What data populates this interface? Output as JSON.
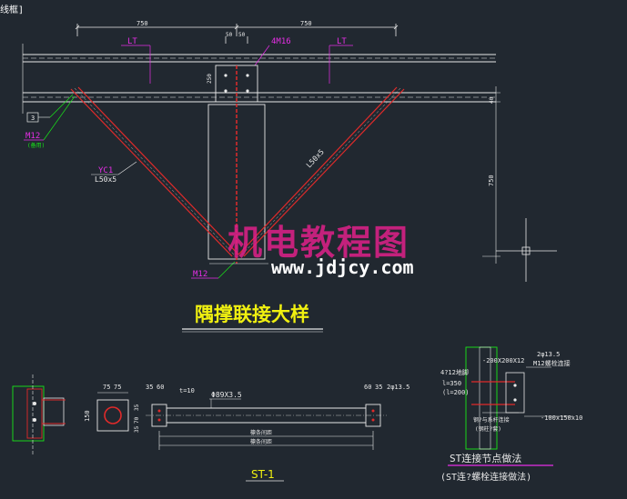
{
  "frame_tag": "线框]",
  "top": {
    "dim_left": "750",
    "dim_right": "750",
    "dim_small": [
      "50",
      "50"
    ],
    "lt_left": "LT",
    "lt_right": "LT",
    "bolt_label": "4M16",
    "dim_250": "250",
    "dim_40": "40",
    "dim_750_vert": "750",
    "left_note_box": "3",
    "m12_left": "M12",
    "m12_left_sub": "(备用)",
    "yc1": "YC1",
    "yc1_size": "L50x5",
    "right_diag": "L50x5",
    "m12_bottom": "M12",
    "title": "隅撑联接大样"
  },
  "bottom": {
    "dims_left_top": [
      "75",
      "75"
    ],
    "dims_left2": [
      "35",
      "60"
    ],
    "t10": "t=10",
    "pipe": "Φ89X3.5",
    "dims_right_top": [
      "60",
      "35"
    ],
    "dims_right2": [
      "2φ13.5"
    ],
    "vert_dims": [
      "35",
      "70",
      "35"
    ],
    "vert_150": "150",
    "between1": "檩条间距",
    "between2": "檩条间距",
    "st_label": "ST-1"
  },
  "detail": {
    "dim_200": "-200X200X12",
    "hole": "2φ13.5",
    "m12_note": "M12螺栓连接",
    "rod_note": "4?12地脚",
    "l350": "l=350",
    "l200": "(l=200)",
    "plate": "-100x150x10",
    "note_bottom": "钢?与系杆连接",
    "note_bottom2": "(钢柱?套)",
    "caption1": "ST连接节点做法",
    "caption2": "(ST连?螺栓连接做法)"
  },
  "watermark": {
    "cn": "机电教程图",
    "url": "www.jdjcy.com"
  },
  "colors": {
    "background": "#212830",
    "steel_red": "#e02a2a",
    "dim_white": "#e8e8e8",
    "label_magenta": "#e62ee6",
    "label_green": "#19e619",
    "label_yellow": "#f0f010"
  }
}
